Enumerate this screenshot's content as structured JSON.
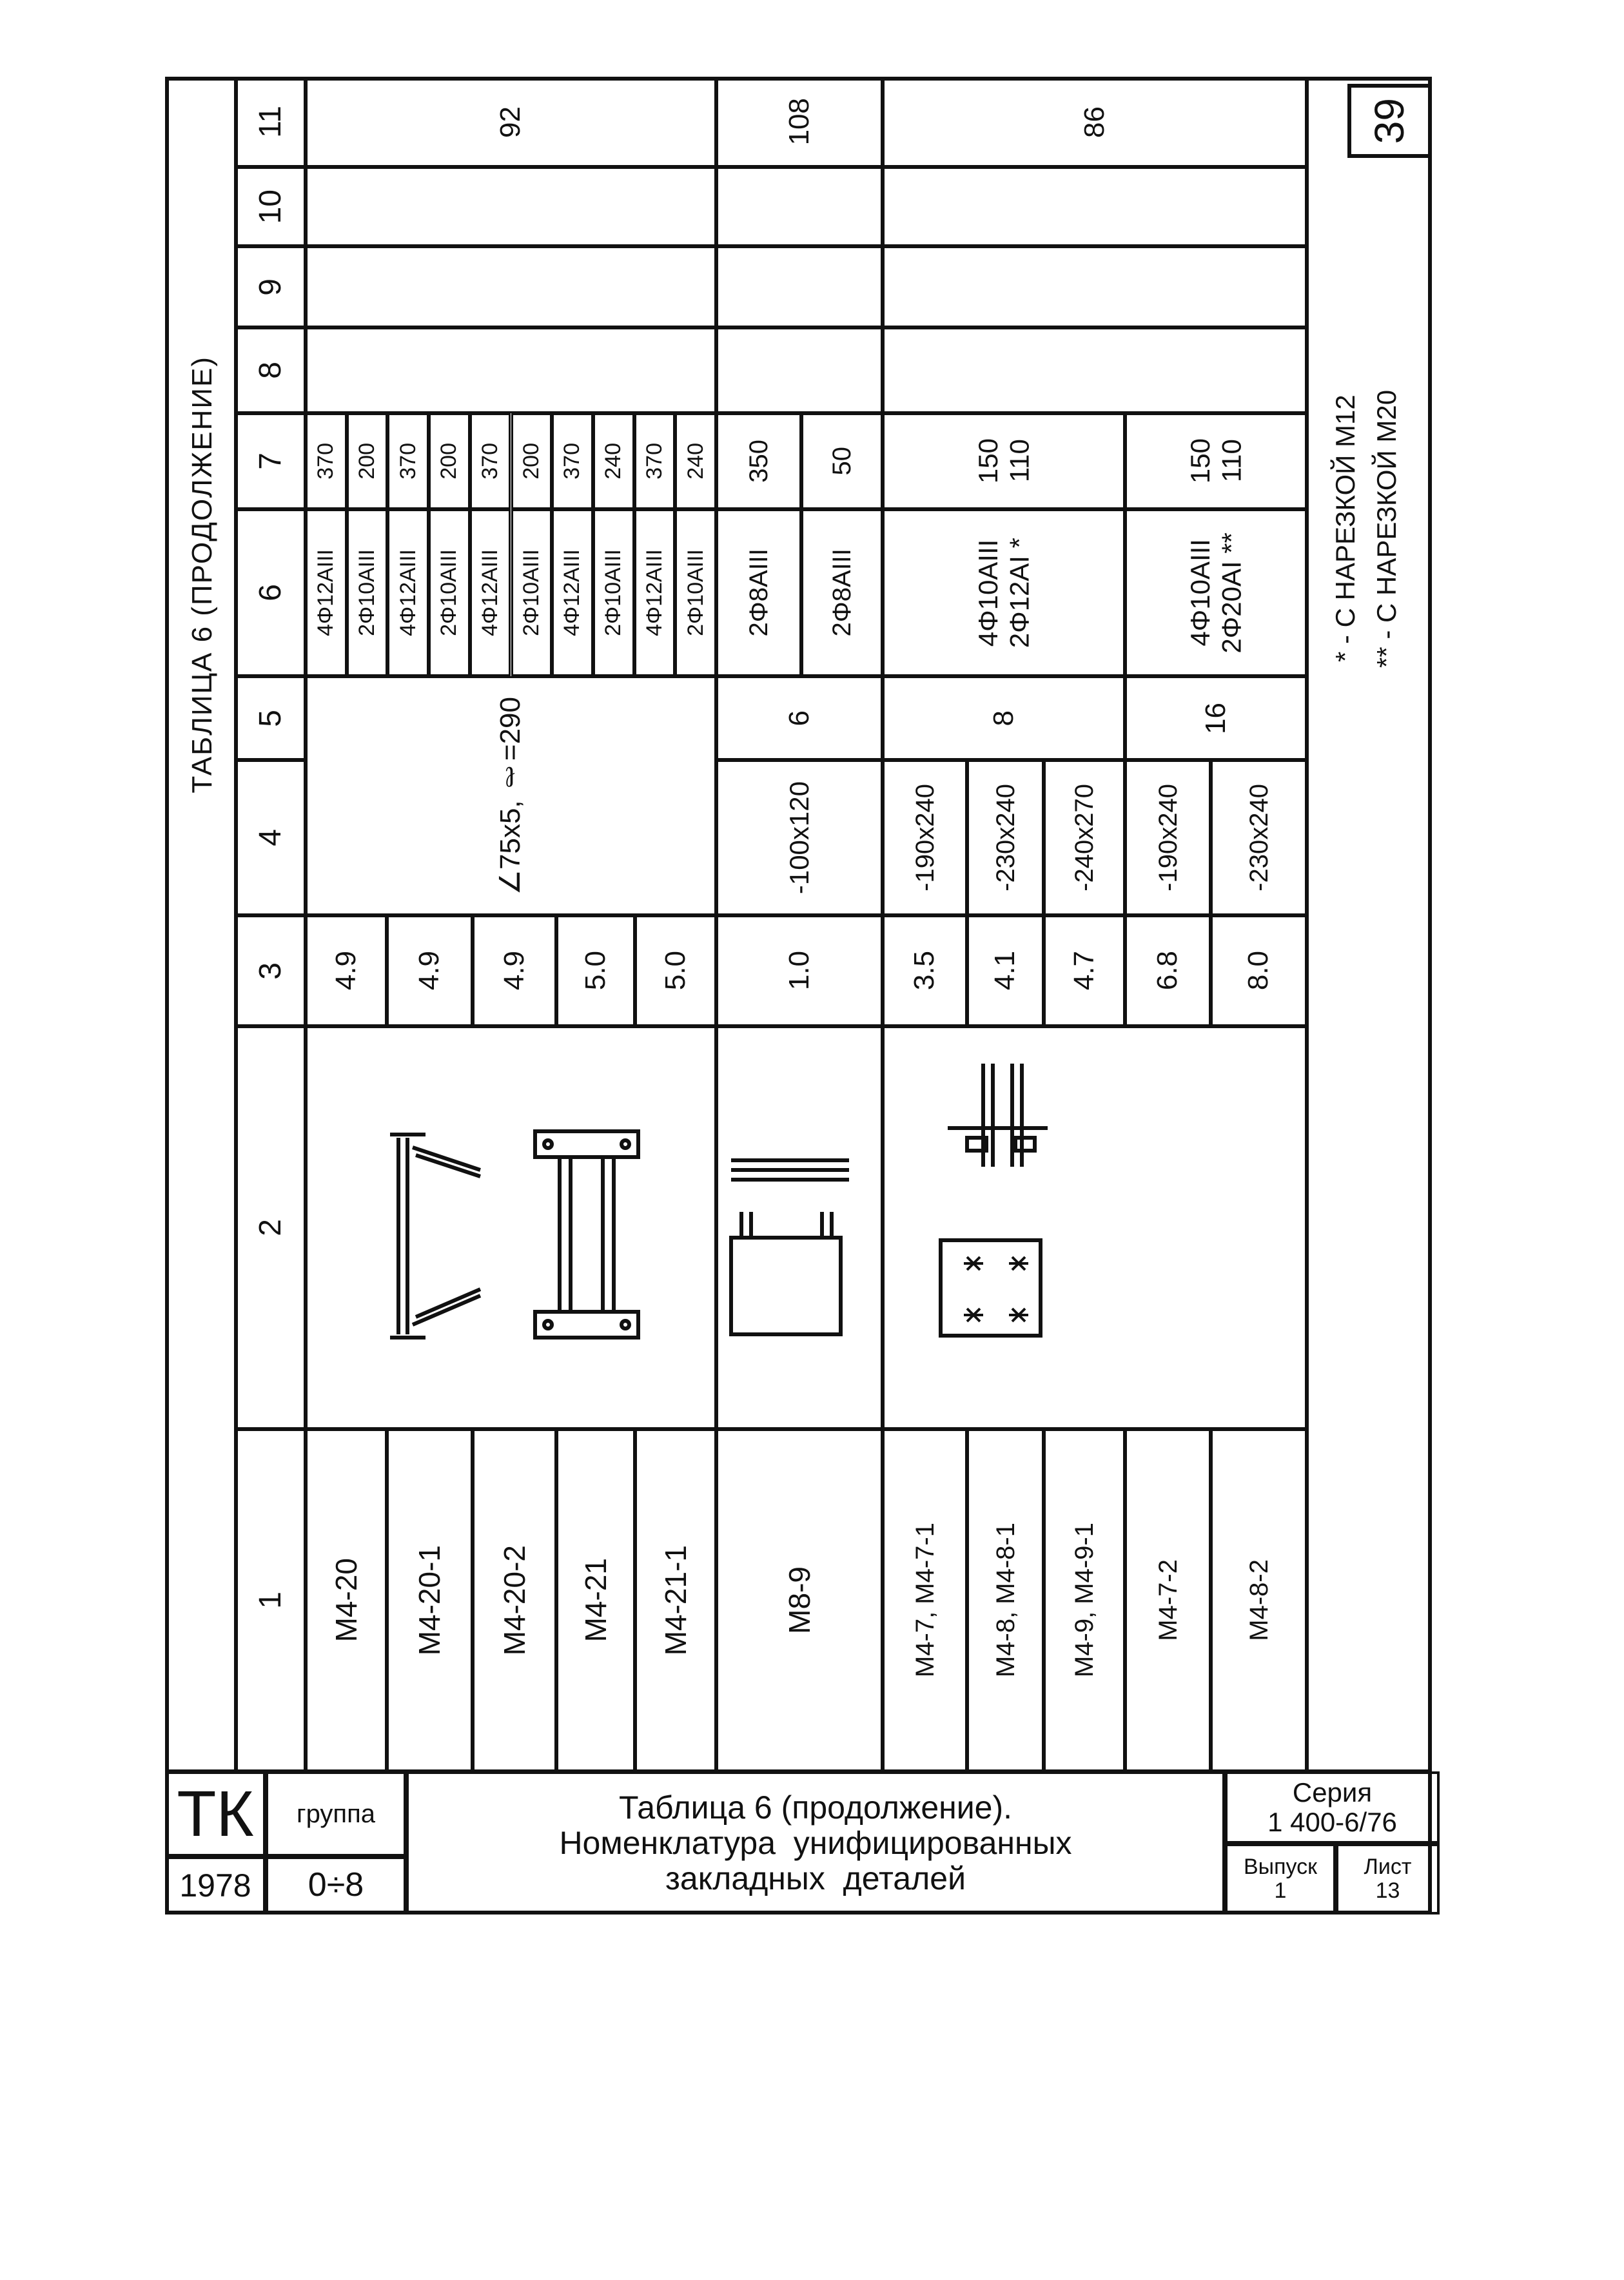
{
  "caption": "ТАБЛИЦА 6 (ПРОДОЛЖЕНИЕ)",
  "page_number": "39",
  "column_numbers": [
    "1",
    "2",
    "3",
    "4",
    "5",
    "6",
    "7",
    "8",
    "9",
    "10",
    "11"
  ],
  "rows": [
    {
      "mark": "М4-20",
      "mass": "4.9"
    },
    {
      "mark": "М4-20-1",
      "mass": "4.9"
    },
    {
      "mark": "М4-20-2",
      "mass": "4.9"
    },
    {
      "mark": "М4-21",
      "mass": "5.0"
    },
    {
      "mark": "М4-21-1",
      "mass": "5.0"
    },
    {
      "mark": "М8-9",
      "mass": "1.0"
    },
    {
      "mark": "М4-7, М4-7-1",
      "mass": "3.5",
      "plate": "-190х240"
    },
    {
      "mark": "М4-8, М4-8-1",
      "mass": "4.1",
      "plate": "-230х240"
    },
    {
      "mark": "М4-9, М4-9-1",
      "mass": "4.7",
      "plate": "-240х270"
    },
    {
      "mark": "М4-7-2",
      "mass": "6.8",
      "plate": "-190х240"
    },
    {
      "mark": "М4-8-2",
      "mass": "8.0",
      "plate": "-230х240"
    }
  ],
  "angle_profile": "∠75х5, ℓ=290",
  "m8_9": {
    "plate": "-100х120",
    "col5": "6",
    "rebar": [
      {
        "spec": "2Φ8AIII",
        "length": "350"
      },
      {
        "spec": "2Φ8AIII",
        "length": "50"
      }
    ]
  },
  "group_a_rebar": [
    {
      "spec": "4Φ12AIII",
      "length": "370"
    },
    {
      "spec": "2Φ10AIII",
      "length": "200"
    },
    {
      "spec": "4Φ12AIII",
      "length": "370"
    },
    {
      "spec": "2Φ10AIII",
      "length": "200"
    },
    {
      "spec": "4Φ12AIII",
      "length": "370"
    },
    {
      "spec": "2Φ10AIII",
      "length": "200"
    },
    {
      "spec": "4Φ12AIII",
      "length": "370"
    },
    {
      "spec": "2Φ10AIII",
      "length": "240"
    },
    {
      "spec": "4Φ12AIII",
      "length": "370"
    },
    {
      "spec": "2Φ10AIII",
      "length": "240"
    }
  ],
  "group_c": {
    "col5": "8",
    "rebar": "4Φ10AIII\n2Φ12AI *",
    "length": "150\n110"
  },
  "group_d": {
    "col5": "16",
    "rebar": "4Φ10AIII\n2Φ20AI **",
    "length": "150\n110"
  },
  "col11": [
    "92",
    "108",
    "86"
  ],
  "footnotes": [
    "* - С НАРЕЗКОЙ М12",
    "** - С НАРЕЗКОЙ М20"
  ],
  "title_block": {
    "tk": "ТК",
    "group_label": "группа",
    "year": "1978",
    "group_value": "0÷8",
    "title": "Таблица 6 (продолжение).\nНоменклатура  унифицированных\nзакладных  деталей",
    "series_label": "Серия\n1 400-6/76",
    "issue_label": "Выпуск",
    "issue_value": "1",
    "sheet_label": "Лист",
    "sheet_value": "13"
  }
}
